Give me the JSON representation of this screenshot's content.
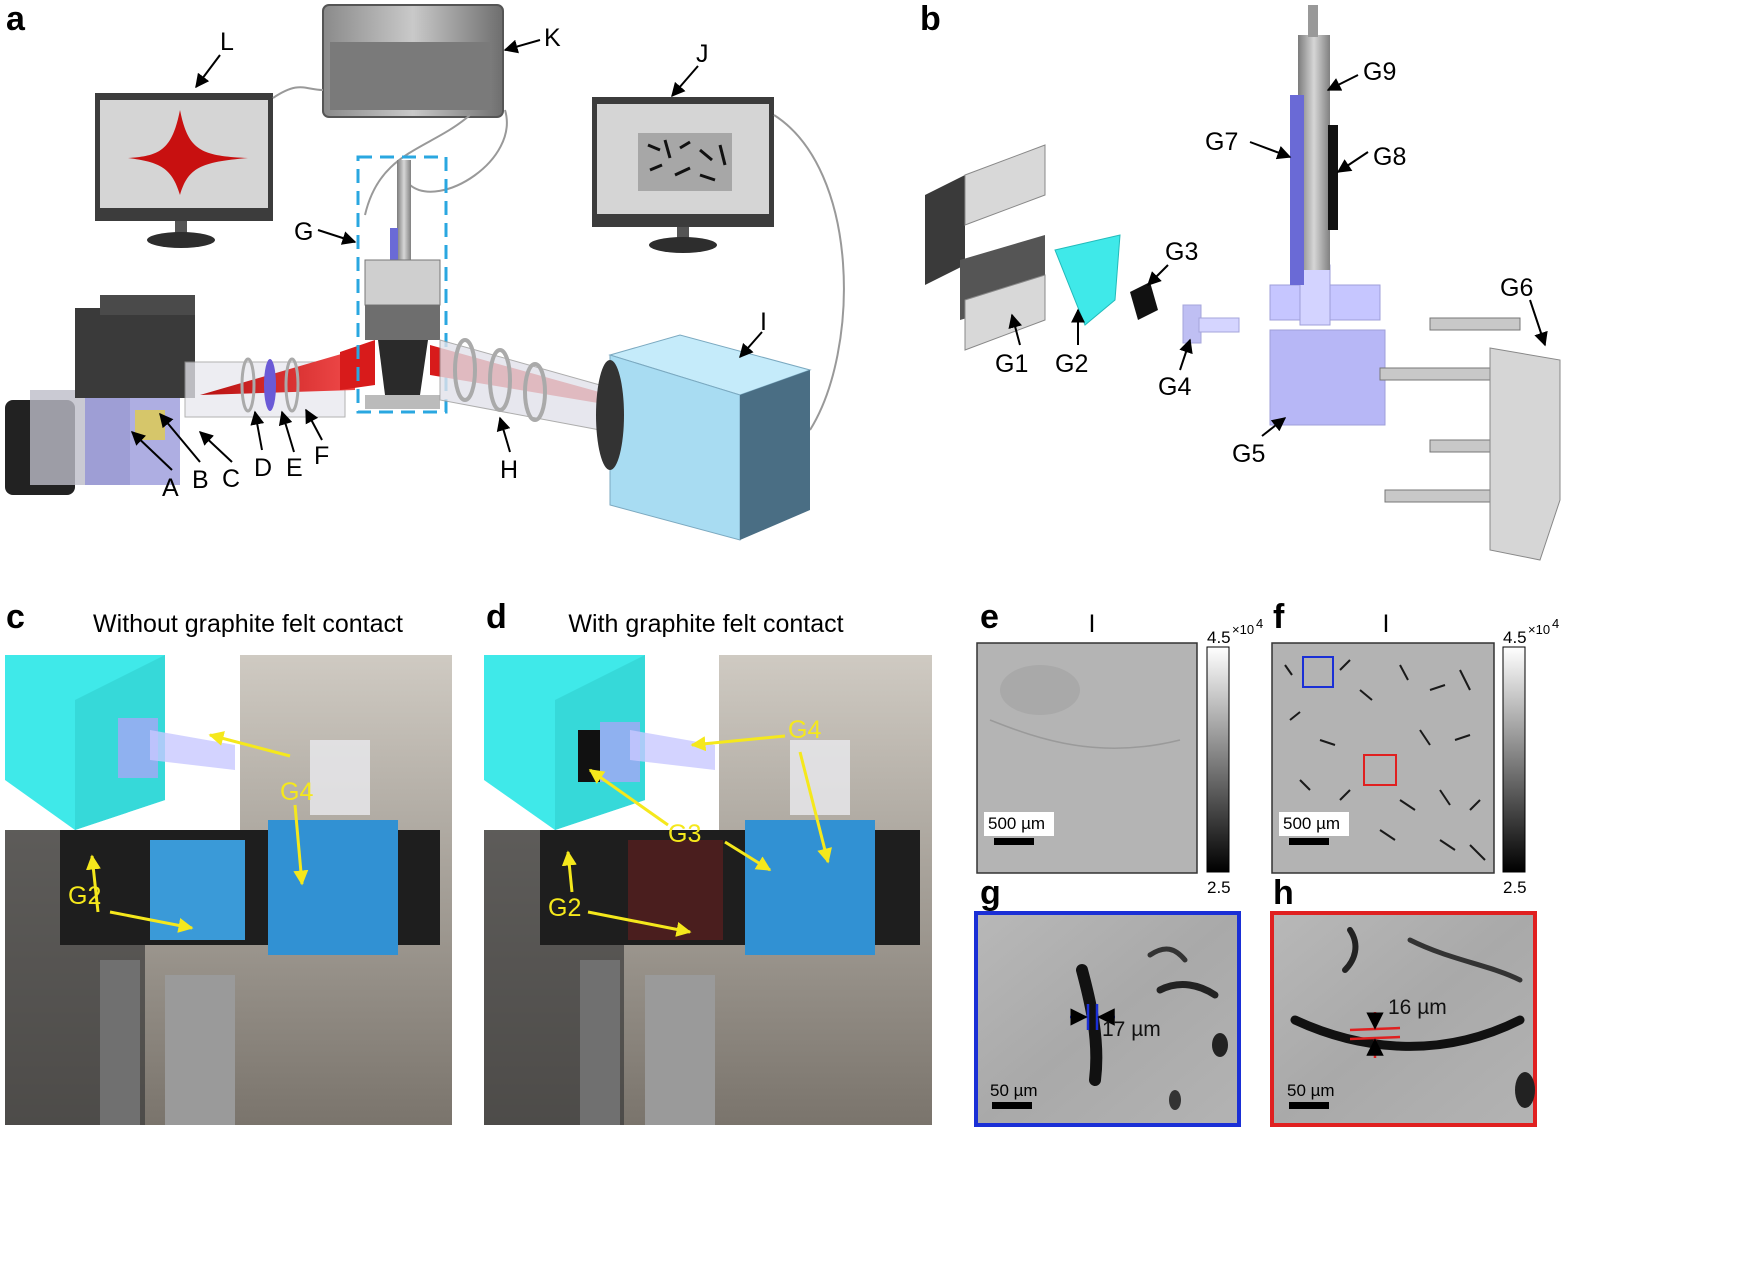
{
  "panels": {
    "a": "a",
    "b": "b",
    "c": "c",
    "d": "d",
    "e": "e",
    "f": "f",
    "g": "g",
    "h": "h"
  },
  "panel_a_labels": {
    "A": "A",
    "B": "B",
    "C": "C",
    "D": "D",
    "E": "E",
    "F": "F",
    "G": "G",
    "H": "H",
    "I": "I",
    "J": "J",
    "K": "K",
    "L": "L"
  },
  "panel_b_labels": {
    "G1": "G1",
    "G2": "G2",
    "G3": "G3",
    "G4": "G4",
    "G5": "G5",
    "G6": "G6",
    "G7": "G7",
    "G8": "G8",
    "G9": "G9"
  },
  "panel_c": {
    "title": "Without graphite felt contact",
    "g2": "G2",
    "g4": "G4"
  },
  "panel_d": {
    "title": "With graphite felt contact",
    "g2": "G2",
    "g3": "G3",
    "g4": "G4"
  },
  "panel_e": {
    "header": "I",
    "scale_bar": "500 µm",
    "cbar_max": "4.5",
    "cbar_exp": "×10",
    "cbar_exp_sup": "4",
    "cbar_min": "2.5"
  },
  "panel_f": {
    "header": "I",
    "scale_bar": "500 µm",
    "cbar_max": "4.5",
    "cbar_exp": "×10",
    "cbar_exp_sup": "4",
    "cbar_min": "2.5"
  },
  "panel_g": {
    "measurement": "17 µm",
    "scale_bar": "50 µm"
  },
  "panel_h": {
    "measurement": "16 µm",
    "scale_bar": "50 µm"
  },
  "colors": {
    "beam_red": "#d81b1b",
    "prism_cyan": "#3fe9e9",
    "camera_blue": "#a8dcf2",
    "inset_blue_frame": "#1a2fd6",
    "inset_red_frame": "#e02020",
    "callout_yellow": "#f5e81c",
    "dashed_box": "#2aa7e0"
  }
}
